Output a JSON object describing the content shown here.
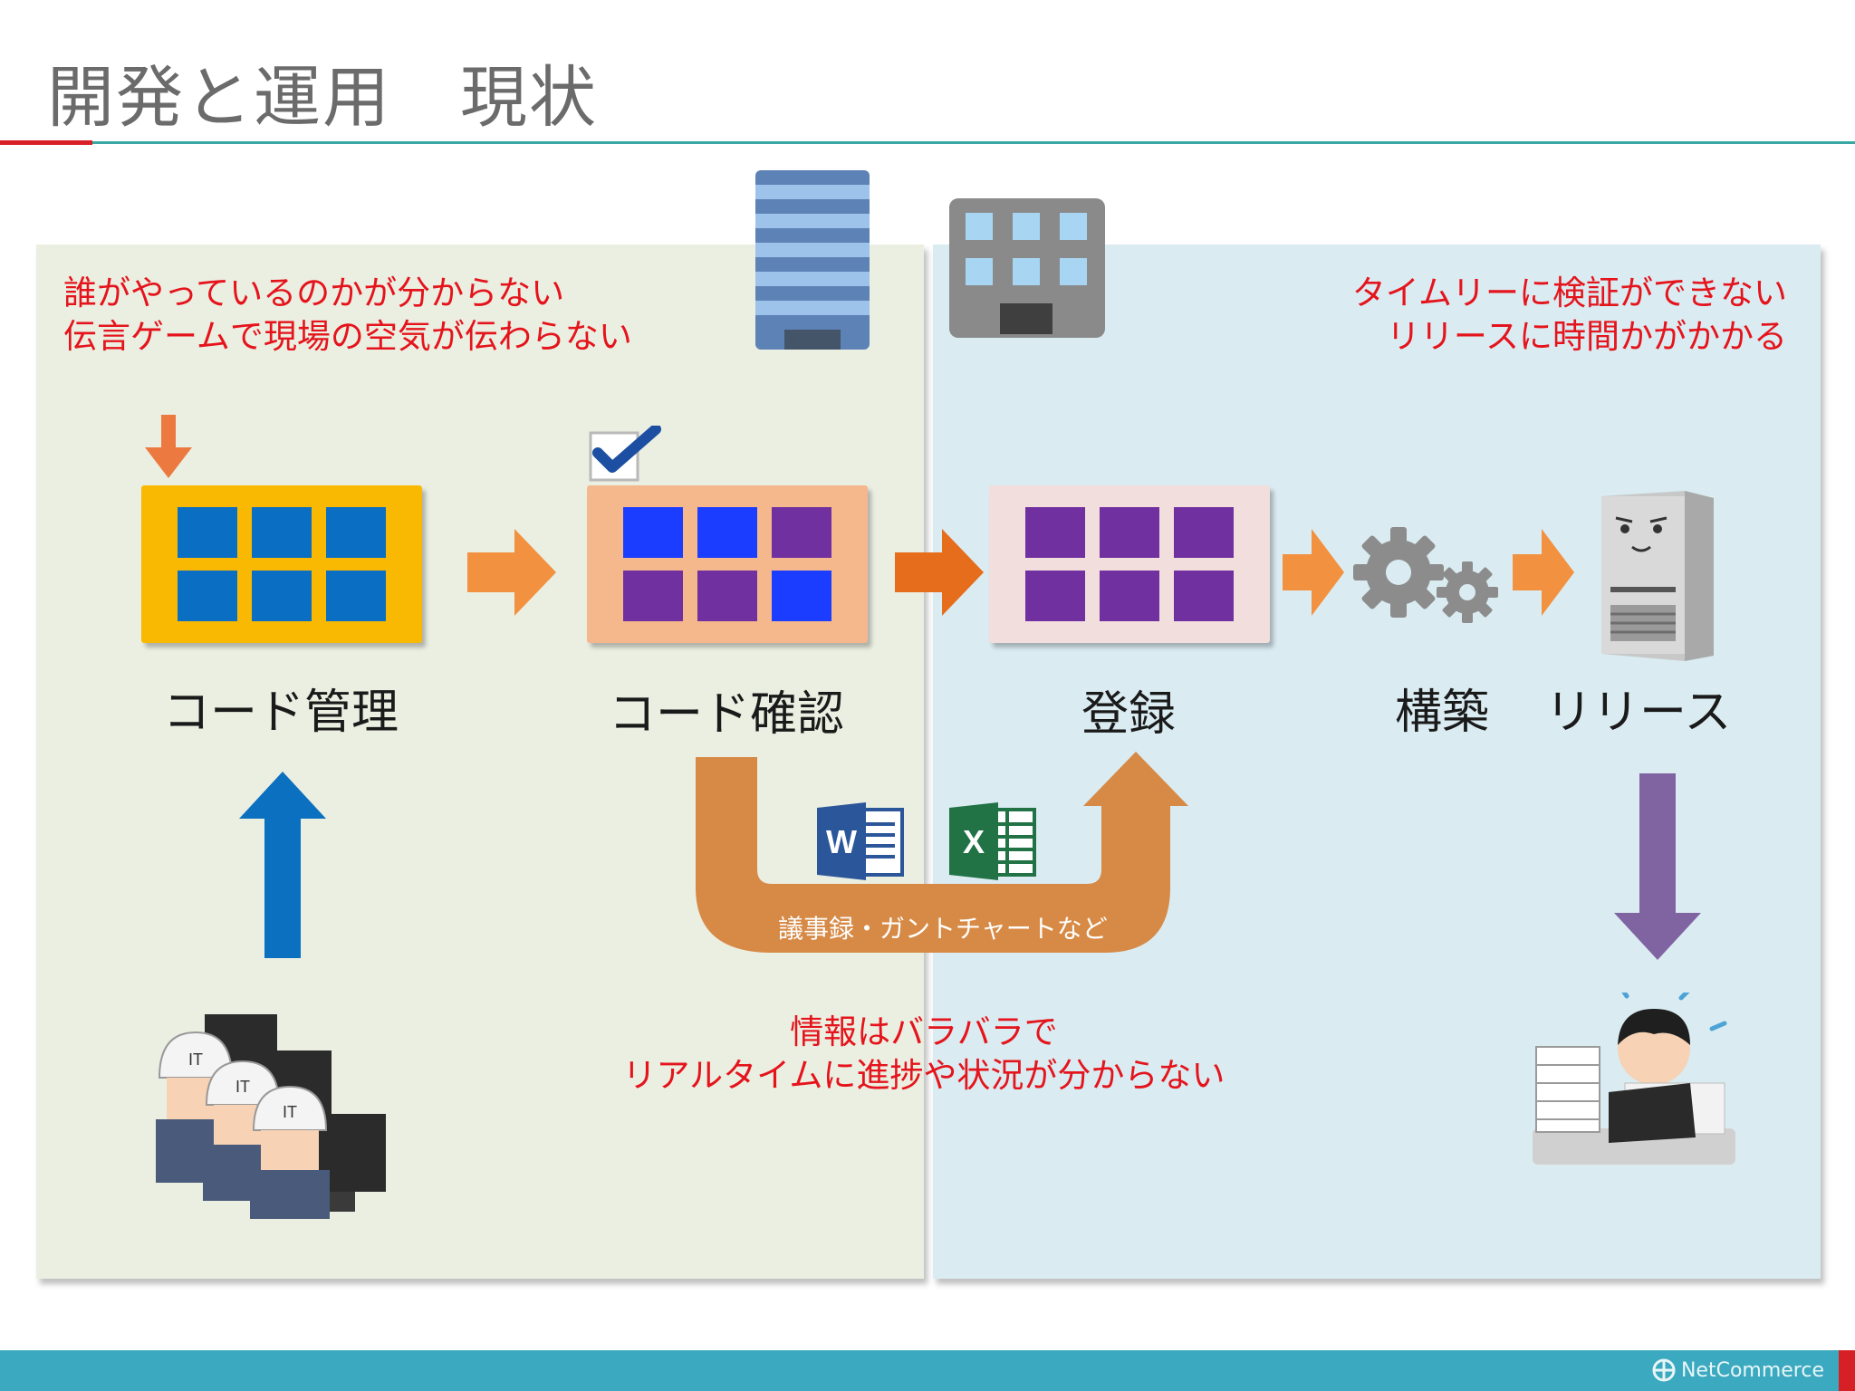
{
  "slide": {
    "title": "開発と運用　現状",
    "top_left_notes": [
      "誰がやっているのかが分からない",
      "伝言ゲームで現場の空気が伝わらない"
    ],
    "top_right_notes": [
      "タイムリーに検証ができない",
      "リリースに時間かがかかる"
    ],
    "bottom_notes": [
      "情報はバラバラで",
      "リアルタイムに進捗や状況が分からない"
    ],
    "docs_caption": "議事録・ガントチャートなど",
    "footer_brand": "NetCommerce"
  },
  "flow": {
    "steps": [
      "コード管理",
      "コード確認",
      "登録",
      "構築",
      "リリース"
    ]
  },
  "colors": {
    "note_red": "#e5141c",
    "accent_teal": "#39a8a5",
    "footer_blue": "#3ba9bf",
    "tile_blue": "#0a6fc2",
    "tile_purple": "#7030a0",
    "tile_bright_blue": "#1b3dff",
    "arrow_orange": "#f2913f",
    "u_arrow": "#d78a46",
    "up_arrow_blue": "#0b70c0",
    "down_arrow_purple": "#8064a2"
  },
  "icons": [
    "building-icon",
    "office-icon",
    "down-arrow-icon",
    "checkmark-icon",
    "gear-icon",
    "server-icon",
    "word-icon",
    "excel-icon",
    "workers-illustration",
    "busy-worker-illustration",
    "netcommerce-logo"
  ]
}
